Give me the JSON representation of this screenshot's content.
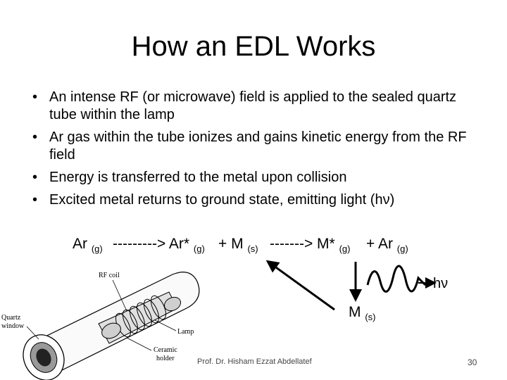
{
  "slide": {
    "title": "How an EDL Works",
    "bullets": [
      "An intense RF (or microwave) field is applied to the sealed quartz tube within the lamp",
      "Ar gas within the tube ionizes and gains kinetic energy from the RF field",
      "Energy is transferred to the metal upon collision",
      "Excited metal returns to ground state, emitting light (hν)"
    ],
    "bullet_glyph": "•",
    "equation": {
      "t1": "Ar",
      "s1": "(g)",
      "t2": "---------> Ar*",
      "s2": "(g)",
      "t3": "+  M",
      "s3": "(s)",
      "t4": "-------> M*",
      "s4": "(g)",
      "t5": "+  Ar",
      "s5": "(g)"
    },
    "emission_label": "hν",
    "product": {
      "label": "M",
      "sub": "(s)"
    },
    "diagram_labels": {
      "rf_coil": "RF coil",
      "quartz": "Quartz",
      "window": "window",
      "lamp": "Lamp",
      "ceramic": "Ceramic",
      "holder": "holder"
    },
    "footer": "Prof. Dr. Hisham Ezzat Abdellatef",
    "page_number": "30"
  }
}
